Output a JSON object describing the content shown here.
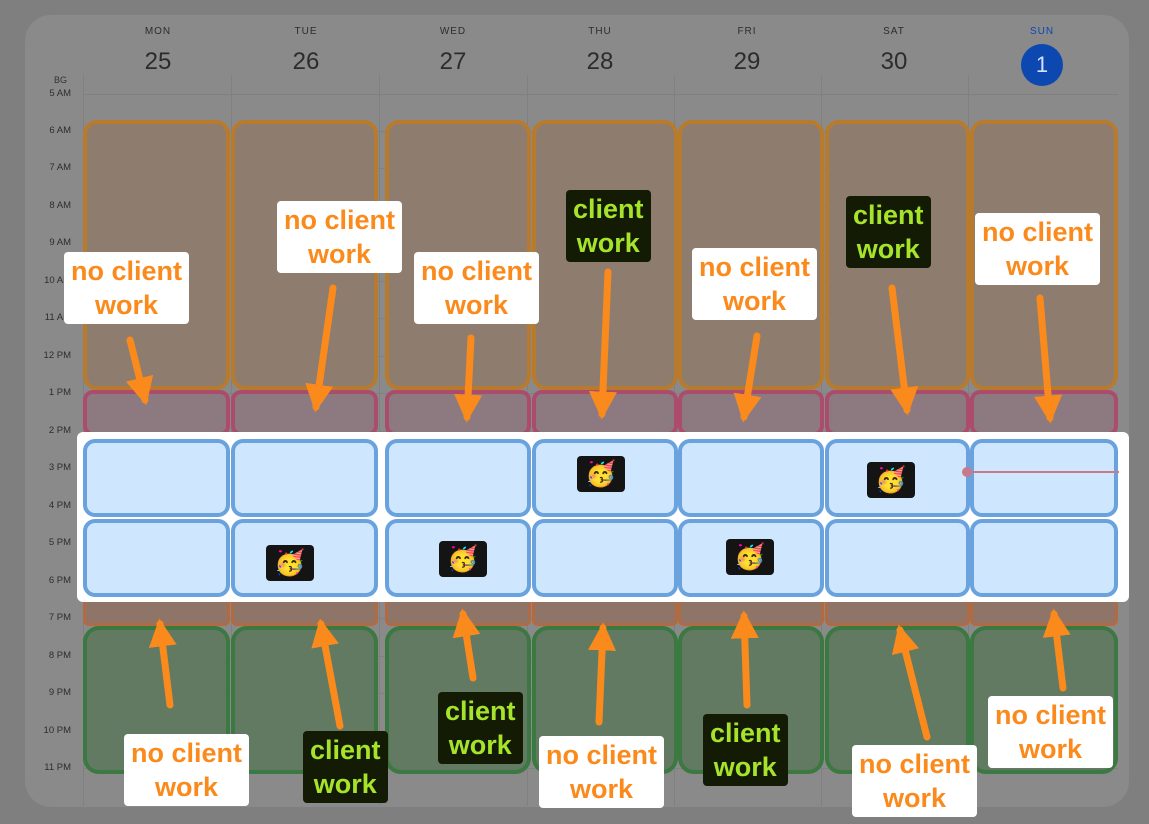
{
  "calendar": {
    "timezone_label": "BG",
    "days": [
      {
        "dow": "MON",
        "num": "25",
        "today": false
      },
      {
        "dow": "TUE",
        "num": "26",
        "today": false
      },
      {
        "dow": "WED",
        "num": "27",
        "today": false
      },
      {
        "dow": "THU",
        "num": "28",
        "today": false
      },
      {
        "dow": "FRI",
        "num": "29",
        "today": false
      },
      {
        "dow": "SAT",
        "num": "30",
        "today": false
      },
      {
        "dow": "SUN",
        "num": "1",
        "today": true
      }
    ],
    "hours": [
      "5 AM",
      "6 AM",
      "7 AM",
      "8 AM",
      "9 AM",
      "10 AM",
      "11 AM",
      "12 PM",
      "1 PM",
      "2 PM",
      "3 PM",
      "4 PM",
      "5 PM",
      "6 PM",
      "7 PM",
      "8 PM",
      "9 PM",
      "10 PM",
      "11 PM"
    ]
  },
  "annotations": {
    "no_client_work_line1": "no client",
    "no_client_work_line2": "work",
    "client_work_line1": "client",
    "client_work_line2": "work",
    "party_emoji": "🥳"
  },
  "colors": {
    "morning_block": "#b87b2e",
    "lunch_block": "#ab4c6c",
    "focus_block": "#6aa2de",
    "evening_block": "#3c7841",
    "no_client_label": "#fb8a1c",
    "client_label": "#a6e42c",
    "today_circle": "#0d48b0"
  }
}
